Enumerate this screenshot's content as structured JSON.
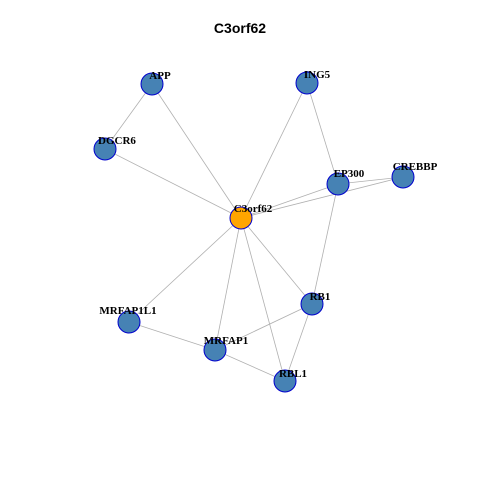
{
  "title": "C3orf62",
  "colors": {
    "center_fill": "#FFA500",
    "node_fill": "#4682B4",
    "node_stroke": "#0000CD",
    "edge": "#B0B0B0"
  },
  "nodes": [
    {
      "id": "C3orf62",
      "label": "C3orf62",
      "center": true
    },
    {
      "id": "APP",
      "label": "APP"
    },
    {
      "id": "DGCR6",
      "label": "DGCR6"
    },
    {
      "id": "ING5",
      "label": "ING5"
    },
    {
      "id": "EP300",
      "label": "EP300"
    },
    {
      "id": "CREBBP",
      "label": "CREBBP"
    },
    {
      "id": "RB1",
      "label": "RB1"
    },
    {
      "id": "MRFAP1L1",
      "label": "MRFAP1L1"
    },
    {
      "id": "MRFAP1",
      "label": "MRFAP1"
    },
    {
      "id": "RBL1",
      "label": "RBL1"
    }
  ],
  "edges": [
    [
      "APP",
      "DGCR6"
    ],
    [
      "APP",
      "C3orf62"
    ],
    [
      "DGCR6",
      "C3orf62"
    ],
    [
      "ING5",
      "C3orf62"
    ],
    [
      "ING5",
      "EP300"
    ],
    [
      "EP300",
      "C3orf62"
    ],
    [
      "EP300",
      "CREBBP"
    ],
    [
      "CREBBP",
      "C3orf62"
    ],
    [
      "EP300",
      "RB1"
    ],
    [
      "C3orf62",
      "RB1"
    ],
    [
      "C3orf62",
      "MRFAP1L1"
    ],
    [
      "C3orf62",
      "MRFAP1"
    ],
    [
      "C3orf62",
      "RBL1"
    ],
    [
      "MRFAP1L1",
      "MRFAP1"
    ],
    [
      "MRFAP1",
      "RB1"
    ],
    [
      "MRFAP1",
      "RBL1"
    ],
    [
      "RB1",
      "RBL1"
    ]
  ]
}
